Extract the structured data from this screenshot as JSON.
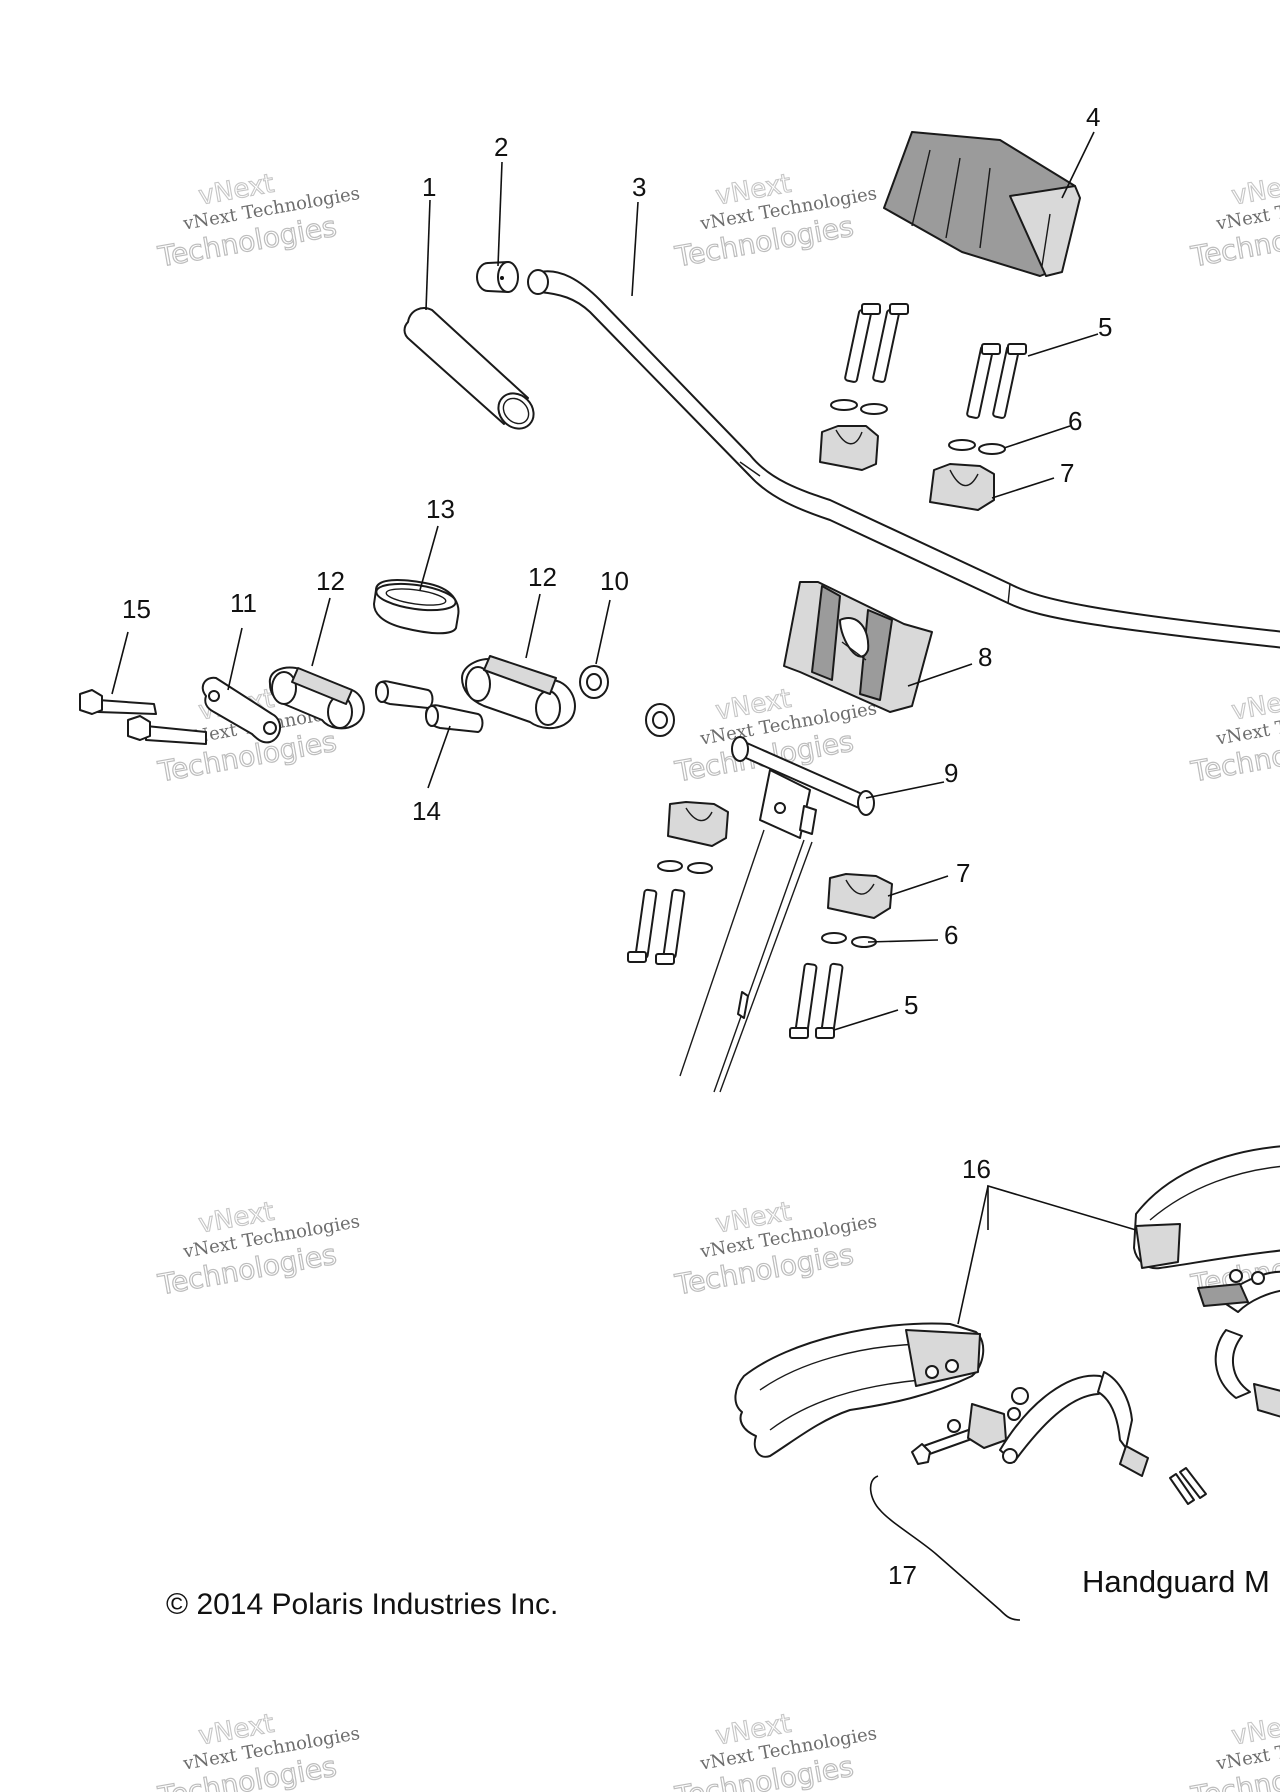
{
  "callouts": [
    "1",
    "2",
    "3",
    "4",
    "5",
    "6",
    "7",
    "13",
    "12",
    "12",
    "10",
    "15",
    "11",
    "8",
    "9",
    "14",
    "7",
    "6",
    "5",
    "16",
    "17"
  ],
  "copyright": "© 2014 Polaris Industries Inc.",
  "section_label": "Handguard M",
  "watermark": {
    "line1": "vNext Technologies",
    "line2": "Technologies",
    "top": "vNext"
  }
}
